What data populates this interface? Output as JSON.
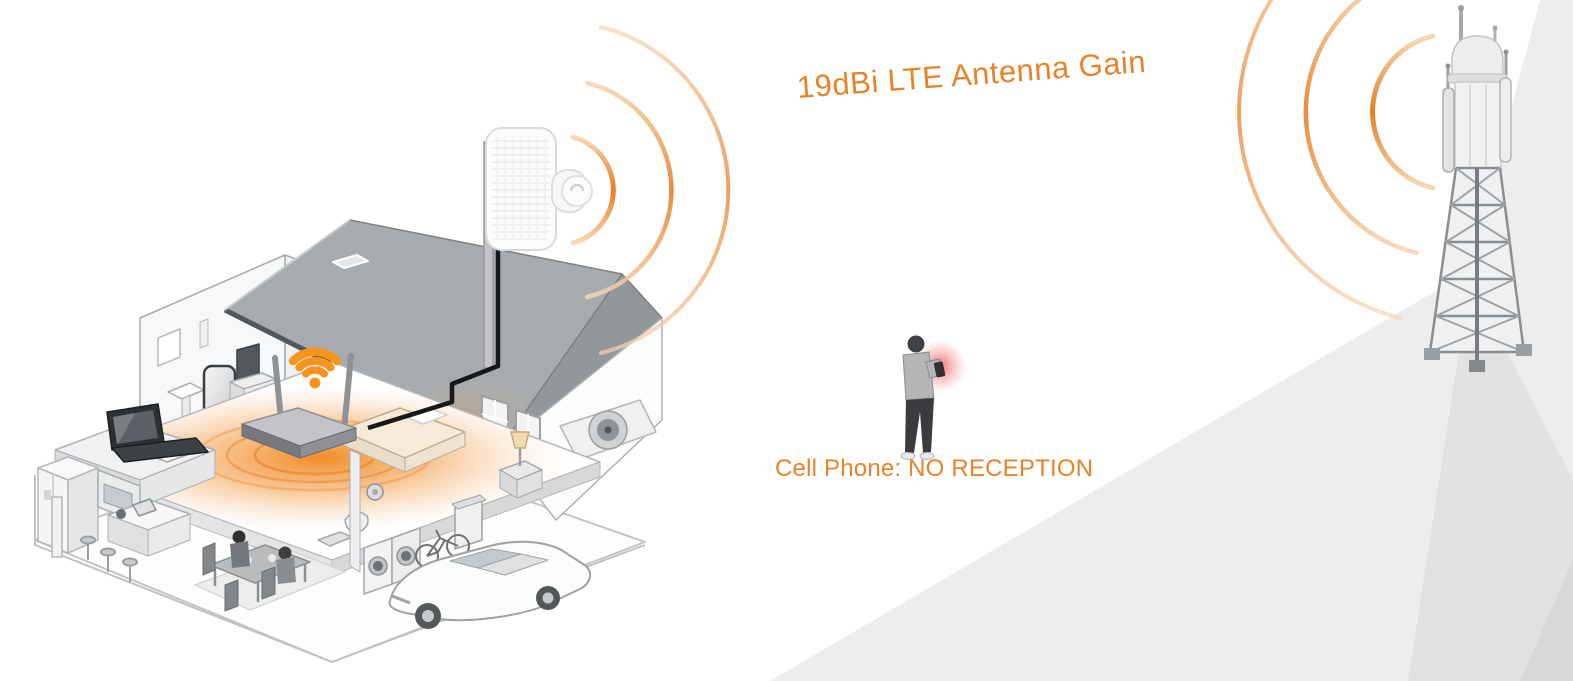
{
  "scene": {
    "title": "19dBi LTE Antenna Gain",
    "caption": "Cell Phone: NO RECEPTION"
  },
  "colors": {
    "accent_orange": "#E8832B",
    "wifi_orange": "#F7941D",
    "signal_arc_orange": "#E07A18",
    "coverage_orange": "#F0861C",
    "phone_glow_red": "#EB4646",
    "roof_gray": "#A8ABAD",
    "hill_light_gray": "#EDEDED",
    "hill_mid_gray": "#E1E1E1"
  },
  "icons": {
    "wifi": "wifi-signal-icon",
    "antenna_waves": "antenna-signal-arcs-icon",
    "tower_waves": "tower-signal-arcs-icon"
  },
  "figures": {
    "house": "isometric house cutaway with wifi coverage",
    "antenna": "roof-mounted LTE directional antenna",
    "router": "dual-antenna wifi router",
    "tower": "LTE cell tower on hillside",
    "person": "person holding phone with no reception"
  }
}
